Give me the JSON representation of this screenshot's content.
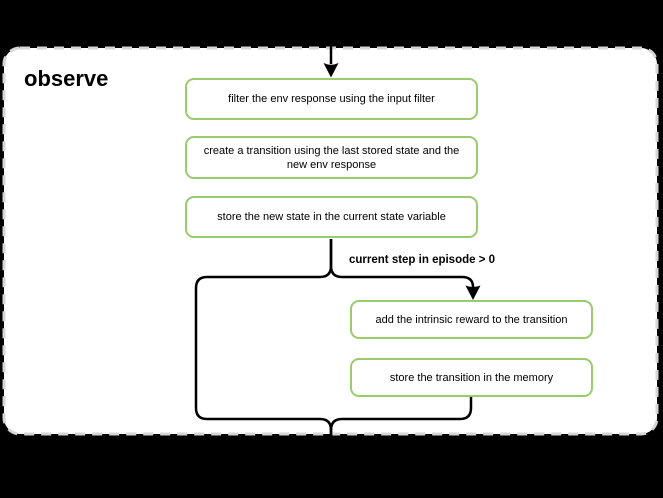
{
  "diagram": {
    "title": "observe",
    "branch_condition": "current step in episode > 0",
    "nodes": [
      {
        "id": "filter-env-response",
        "label": "filter the env response using the input filter"
      },
      {
        "id": "create-transition",
        "label": "create a transition using the last stored state and the new env response"
      },
      {
        "id": "store-new-state",
        "label": "store the new state in the current state variable"
      },
      {
        "id": "add-intrinsic-reward",
        "label": "add the intrinsic reward to the transition"
      },
      {
        "id": "store-transition",
        "label": "store the transition in the memory"
      }
    ],
    "colors": {
      "page_background": "#000000",
      "container_fill": "#ffffff",
      "container_dashed_border": "#d6d6d6",
      "node_border_green": "#9ACB6F",
      "node_fill": "#ffffff",
      "flow_line": "#000000",
      "text": "#000000"
    }
  }
}
